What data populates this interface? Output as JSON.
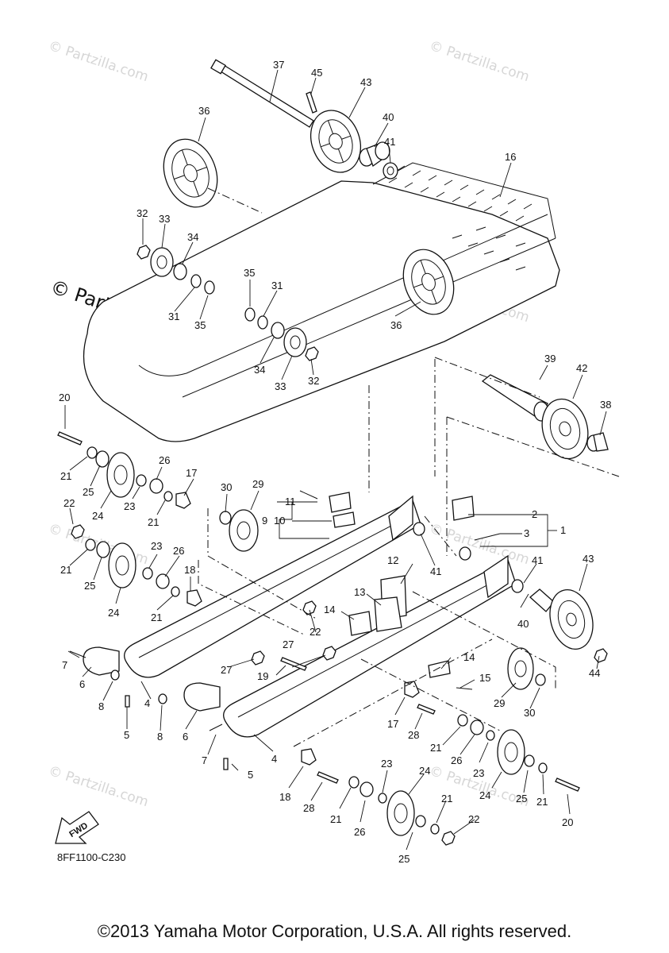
{
  "copyright": "©2013 Yamaha Motor Corporation, U.S.A. All rights reserved.",
  "drawing_code": "8FF1100-C230",
  "fwd_label": "FWD",
  "watermark_small": "© Partzilla.com",
  "watermark_large": "© Partzilla.com",
  "part_labels": [
    "1",
    "2",
    "3",
    "4",
    "5",
    "6",
    "7",
    "8",
    "9",
    "10",
    "11",
    "12",
    "13",
    "14",
    "15",
    "16",
    "17",
    "18",
    "19",
    "20",
    "21",
    "22",
    "23",
    "24",
    "25",
    "26",
    "27",
    "28",
    "29",
    "30",
    "31",
    "32",
    "33",
    "34",
    "35",
    "36",
    "37",
    "38",
    "39",
    "40",
    "41",
    "42",
    "43",
    "44",
    "45"
  ]
}
